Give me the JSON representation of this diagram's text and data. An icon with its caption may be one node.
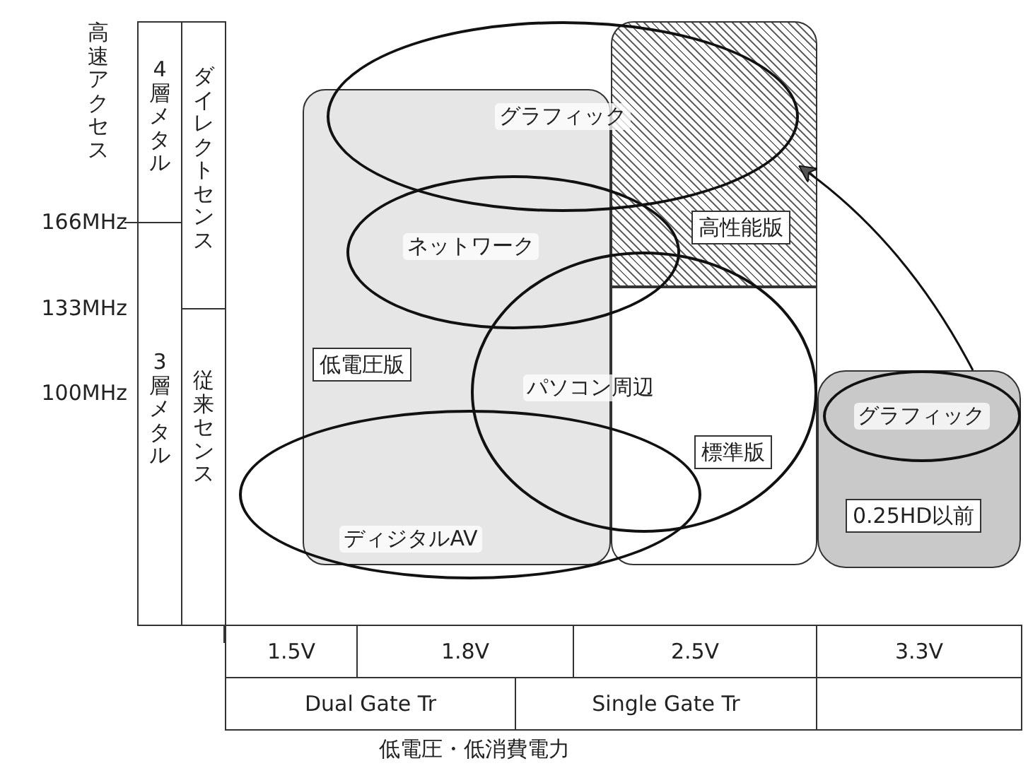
{
  "diagram": {
    "nodes": [
      {
        "text": [
          "高性能版"
        ]
      },
      {
        "text": [
          "低電圧版"
        ]
      },
      {
        "text": [
          "標準版"
        ]
      },
      {
        "text": [
          "0.25HD以前"
        ]
      },
      {
        "text": [
          "グラフィック"
        ]
      },
      {
        "text": [
          "ネットワーク"
        ]
      },
      {
        "text": [
          "パソコン周辺"
        ]
      },
      {
        "text": [
          "ディジタルAV"
        ]
      },
      {
        "text": [
          "グラフィック"
        ],
        "in": 3
      }
    ],
    "edges": [
      {
        "from": 8,
        "to": 0,
        "arrow": "to"
      }
    ],
    "labels": [
      "高速アクセス",
      "166MHz",
      "133MHz",
      "100MHz",
      "4層メタル",
      "ダイレクトセンス",
      "3層メタル",
      "従来センス",
      "1.5V",
      "1.8V",
      "2.5V",
      "3.3V",
      "Dual Gate Tr",
      "Single Gate Tr",
      "低電圧・低消費電力"
    ]
  }
}
